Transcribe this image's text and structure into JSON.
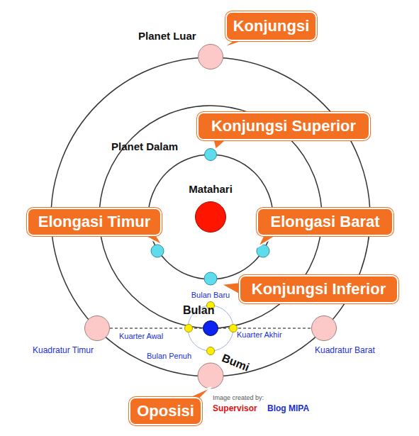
{
  "diagram": {
    "nodes": [
      {
        "text": [
          "Konjungsi"
        ]
      },
      {
        "text": [
          "Planet Luar"
        ]
      },
      {
        "text": [
          "Konjungsi Superior"
        ]
      },
      {
        "text": [
          "Planet Dalam"
        ]
      },
      {
        "text": [
          "Matahari"
        ]
      },
      {
        "text": [
          "Elongasi Timur"
        ]
      },
      {
        "text": [
          "Elongasi Barat"
        ]
      },
      {
        "text": [
          "Konjungsi Inferior"
        ]
      },
      {
        "text": [
          "Bulan Baru"
        ]
      },
      {
        "text": [
          "Kuadratur Timur"
        ]
      },
      {
        "text": [
          "Kuarter Awal"
        ]
      },
      {
        "text": [
          "Bumi"
        ]
      },
      {
        "text": [
          "Kuarter Akhir"
        ]
      },
      {
        "text": [
          "Kuadratur Barat"
        ]
      },
      {
        "text": [
          "Bulan Penuh"
        ]
      },
      {
        "text": [
          "Oposisi"
        ]
      }
    ],
    "edges": [
      {
        "from": 9,
        "to": 11,
        "arrow": "none"
      },
      {
        "from": 11,
        "to": 13,
        "arrow": "none"
      }
    ],
    "labels": [
      "Bulan",
      "Image created by:",
      "Supervisor",
      "Blog MIPA"
    ]
  }
}
